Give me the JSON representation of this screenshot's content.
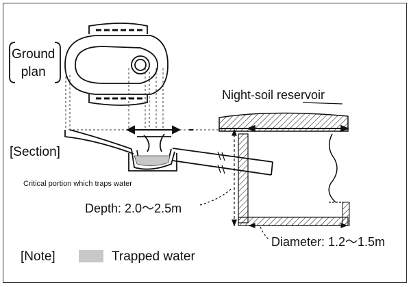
{
  "labels": {
    "ground_line1": "Ground",
    "ground_line2": "plan",
    "section": "[Section]",
    "reservoir": "Night-soil reservoir",
    "critical": "Critical portion which traps water",
    "depth": "Depth: 2.0〜2.5m",
    "diameter": "Diameter: 1.2〜1.5m",
    "note": "[Note]",
    "trapped_water": "Trapped water"
  },
  "colors": {
    "trapped_water": "#c8c8c8",
    "ink": "#111111"
  }
}
